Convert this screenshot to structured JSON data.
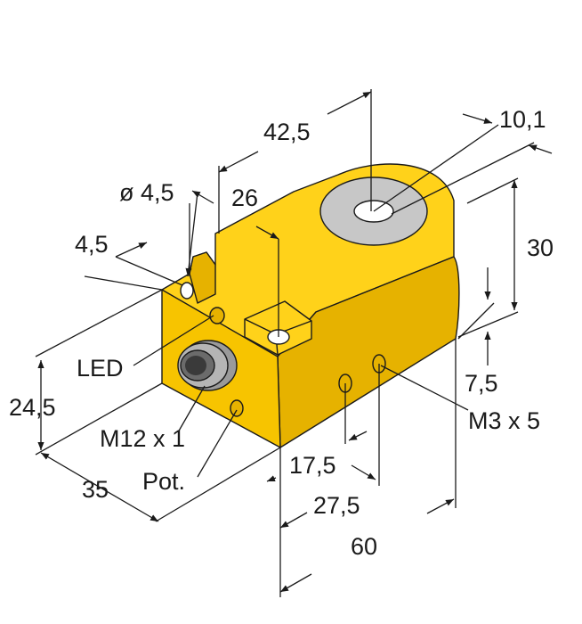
{
  "colors": {
    "housing_front": "#f7c400",
    "housing_top": "#ffd21a",
    "housing_side": "#e6b200",
    "ring": "#c7c7c7",
    "outline": "#1a1a1a"
  },
  "dimensions": {
    "d_42_5": "42,5",
    "d_10_1": "10,1",
    "d_hole": "ø 4,5",
    "d_26": "26",
    "d_4_5": "4,5",
    "d_30": "30",
    "d_7_5": "7,5",
    "d_24_5": "24,5",
    "d_35": "35",
    "d_17_5": "17,5",
    "d_27_5": "27,5",
    "d_60": "60"
  },
  "labels": {
    "led": "LED",
    "connector": "M12 x 1",
    "pot": "Pot.",
    "thread": "M3 x 5"
  }
}
